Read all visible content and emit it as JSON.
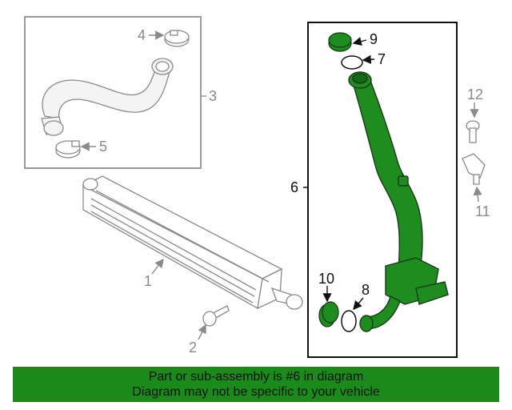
{
  "colors": {
    "highlight_part": "#1e8c1e",
    "banner_background": "#1a8a1a",
    "other_parts": "#9a9a9a"
  },
  "callouts": {
    "c1": "1",
    "c2": "2",
    "c3": "3",
    "c4": "4",
    "c5": "5",
    "c6": "6",
    "c7": "7",
    "c8": "8",
    "c9": "9",
    "c10": "10",
    "c11": "11",
    "c12": "12"
  },
  "banner": {
    "line1": "Part or sub-assembly is #6 in diagram",
    "line2": "Diagram may not be specific to your vehicle"
  }
}
